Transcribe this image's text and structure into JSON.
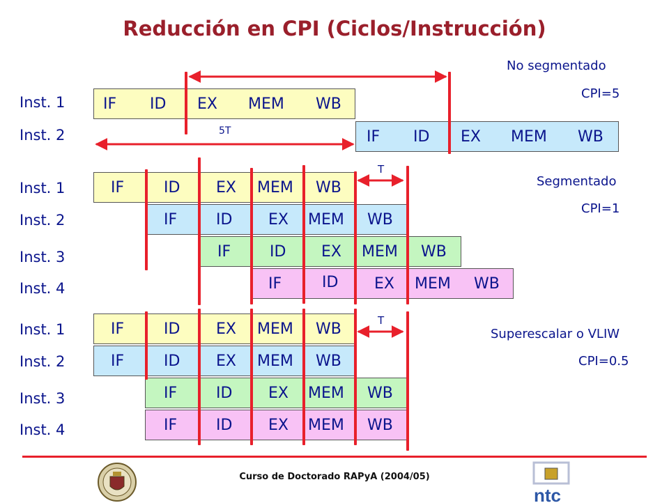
{
  "title": "Reducción en CPI (Ciclos/Instrucción)",
  "stages": {
    "if": "IF",
    "id": "ID",
    "ex": "EX",
    "mem": "MEM",
    "wb": "WB"
  },
  "non_pipelined": {
    "label": "No segmentado",
    "cpi": "CPI=5",
    "inst1": "Inst. 1",
    "inst2": "Inst. 2",
    "span": "5T"
  },
  "pipelined": {
    "label": "Segmentado",
    "cpi": "CPI=1",
    "inst1": "Inst. 1",
    "inst2": "Inst. 2",
    "inst3": "Inst. 3",
    "inst4": "Inst. 4",
    "cycle": "T"
  },
  "superscalar": {
    "label": "Superescalar o VLIW",
    "cpi": "CPI=0.5",
    "inst1": "Inst. 1",
    "inst2": "Inst. 2",
    "inst3": "Inst. 3",
    "inst4": "Inst. 4",
    "cycle": "T"
  },
  "footer": "Curso de Doctorado RAPyA (2004/05)",
  "colors": {
    "title": "#9a1f2b",
    "text": "#0a148c",
    "accent": "#e8202b",
    "stage_yellow": "#fdfdc0",
    "stage_blue": "#c6e9fb",
    "stage_green": "#c4f6c0",
    "stage_pink": "#f8c2f5"
  },
  "icons": {
    "left_logo": "university-seal-icon",
    "right_logo": "ntc-logo-icon"
  }
}
